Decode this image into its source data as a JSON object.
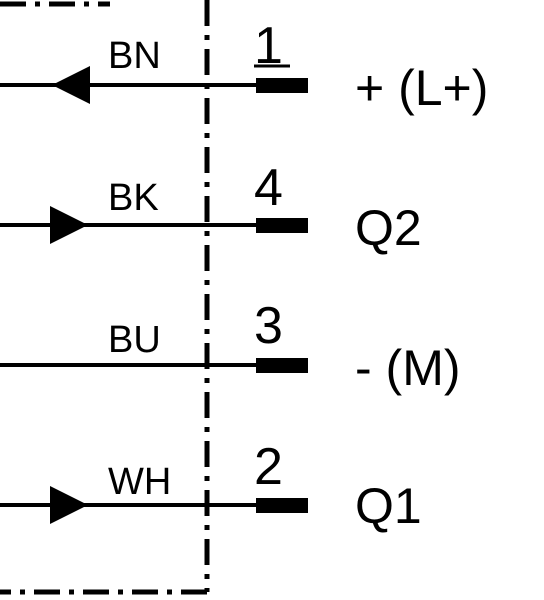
{
  "colors": {
    "line": "#000000",
    "background": "#ffffff"
  },
  "connections": [
    {
      "wire_color": "BN",
      "pin": "1",
      "signal": "+ (L+)",
      "arrow": "left-pointing-arrow-icon"
    },
    {
      "wire_color": "BK",
      "pin": "4",
      "signal": "Q2",
      "arrow": "right-pointing-arrow-icon"
    },
    {
      "wire_color": "BU",
      "pin": "3",
      "signal": "- (M)",
      "arrow": "none"
    },
    {
      "wire_color": "WH",
      "pin": "2",
      "signal": "Q1",
      "arrow": "right-pointing-arrow-icon"
    }
  ]
}
